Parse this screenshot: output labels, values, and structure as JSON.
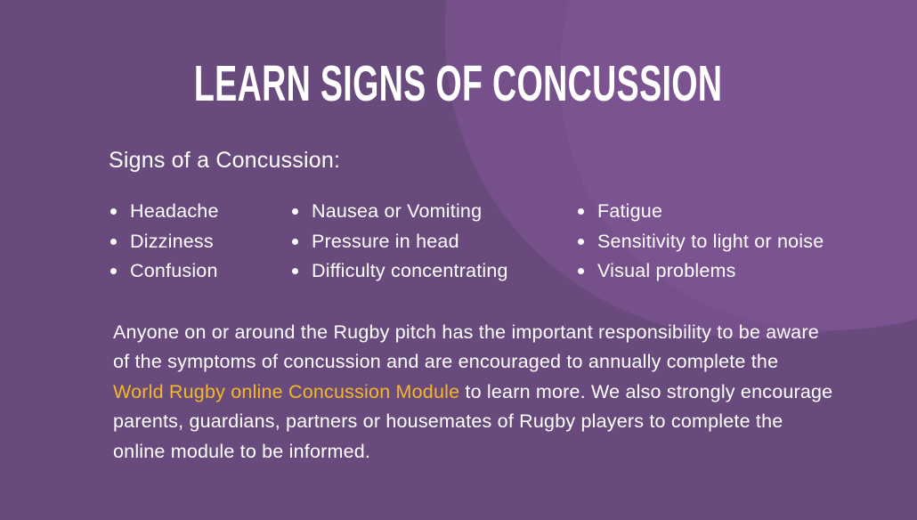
{
  "slide": {
    "title": "LEARN SIGNS OF CONCUSSION",
    "subtitle": "Signs of a Concussion:",
    "symptom_columns": [
      {
        "items": [
          "Headache",
          "Dizziness",
          "Confusion"
        ]
      },
      {
        "items": [
          "Nausea or Vomiting",
          "Pressure in head",
          "Difficulty concentrating"
        ]
      },
      {
        "items": [
          "Fatigue",
          "Sensitivity to light or noise",
          "Visual problems"
        ]
      }
    ],
    "paragraph": {
      "text_before_link": "Anyone on or around the Rugby pitch has the important responsibility to be aware of the symptoms of concussion and are encouraged to annually complete the ",
      "link_label": "World Rugby online Concussion Module",
      "text_after_link": " to learn more. We also strongly encourage parents, guardians, partners or housemates of Rugby players to complete the online module to be informed."
    },
    "colors": {
      "background": "#694a7d",
      "ellipse_medium": "#75508a",
      "ellipse_light": "#7b5391",
      "text": "#ffffff",
      "link": "#f2b826"
    }
  }
}
